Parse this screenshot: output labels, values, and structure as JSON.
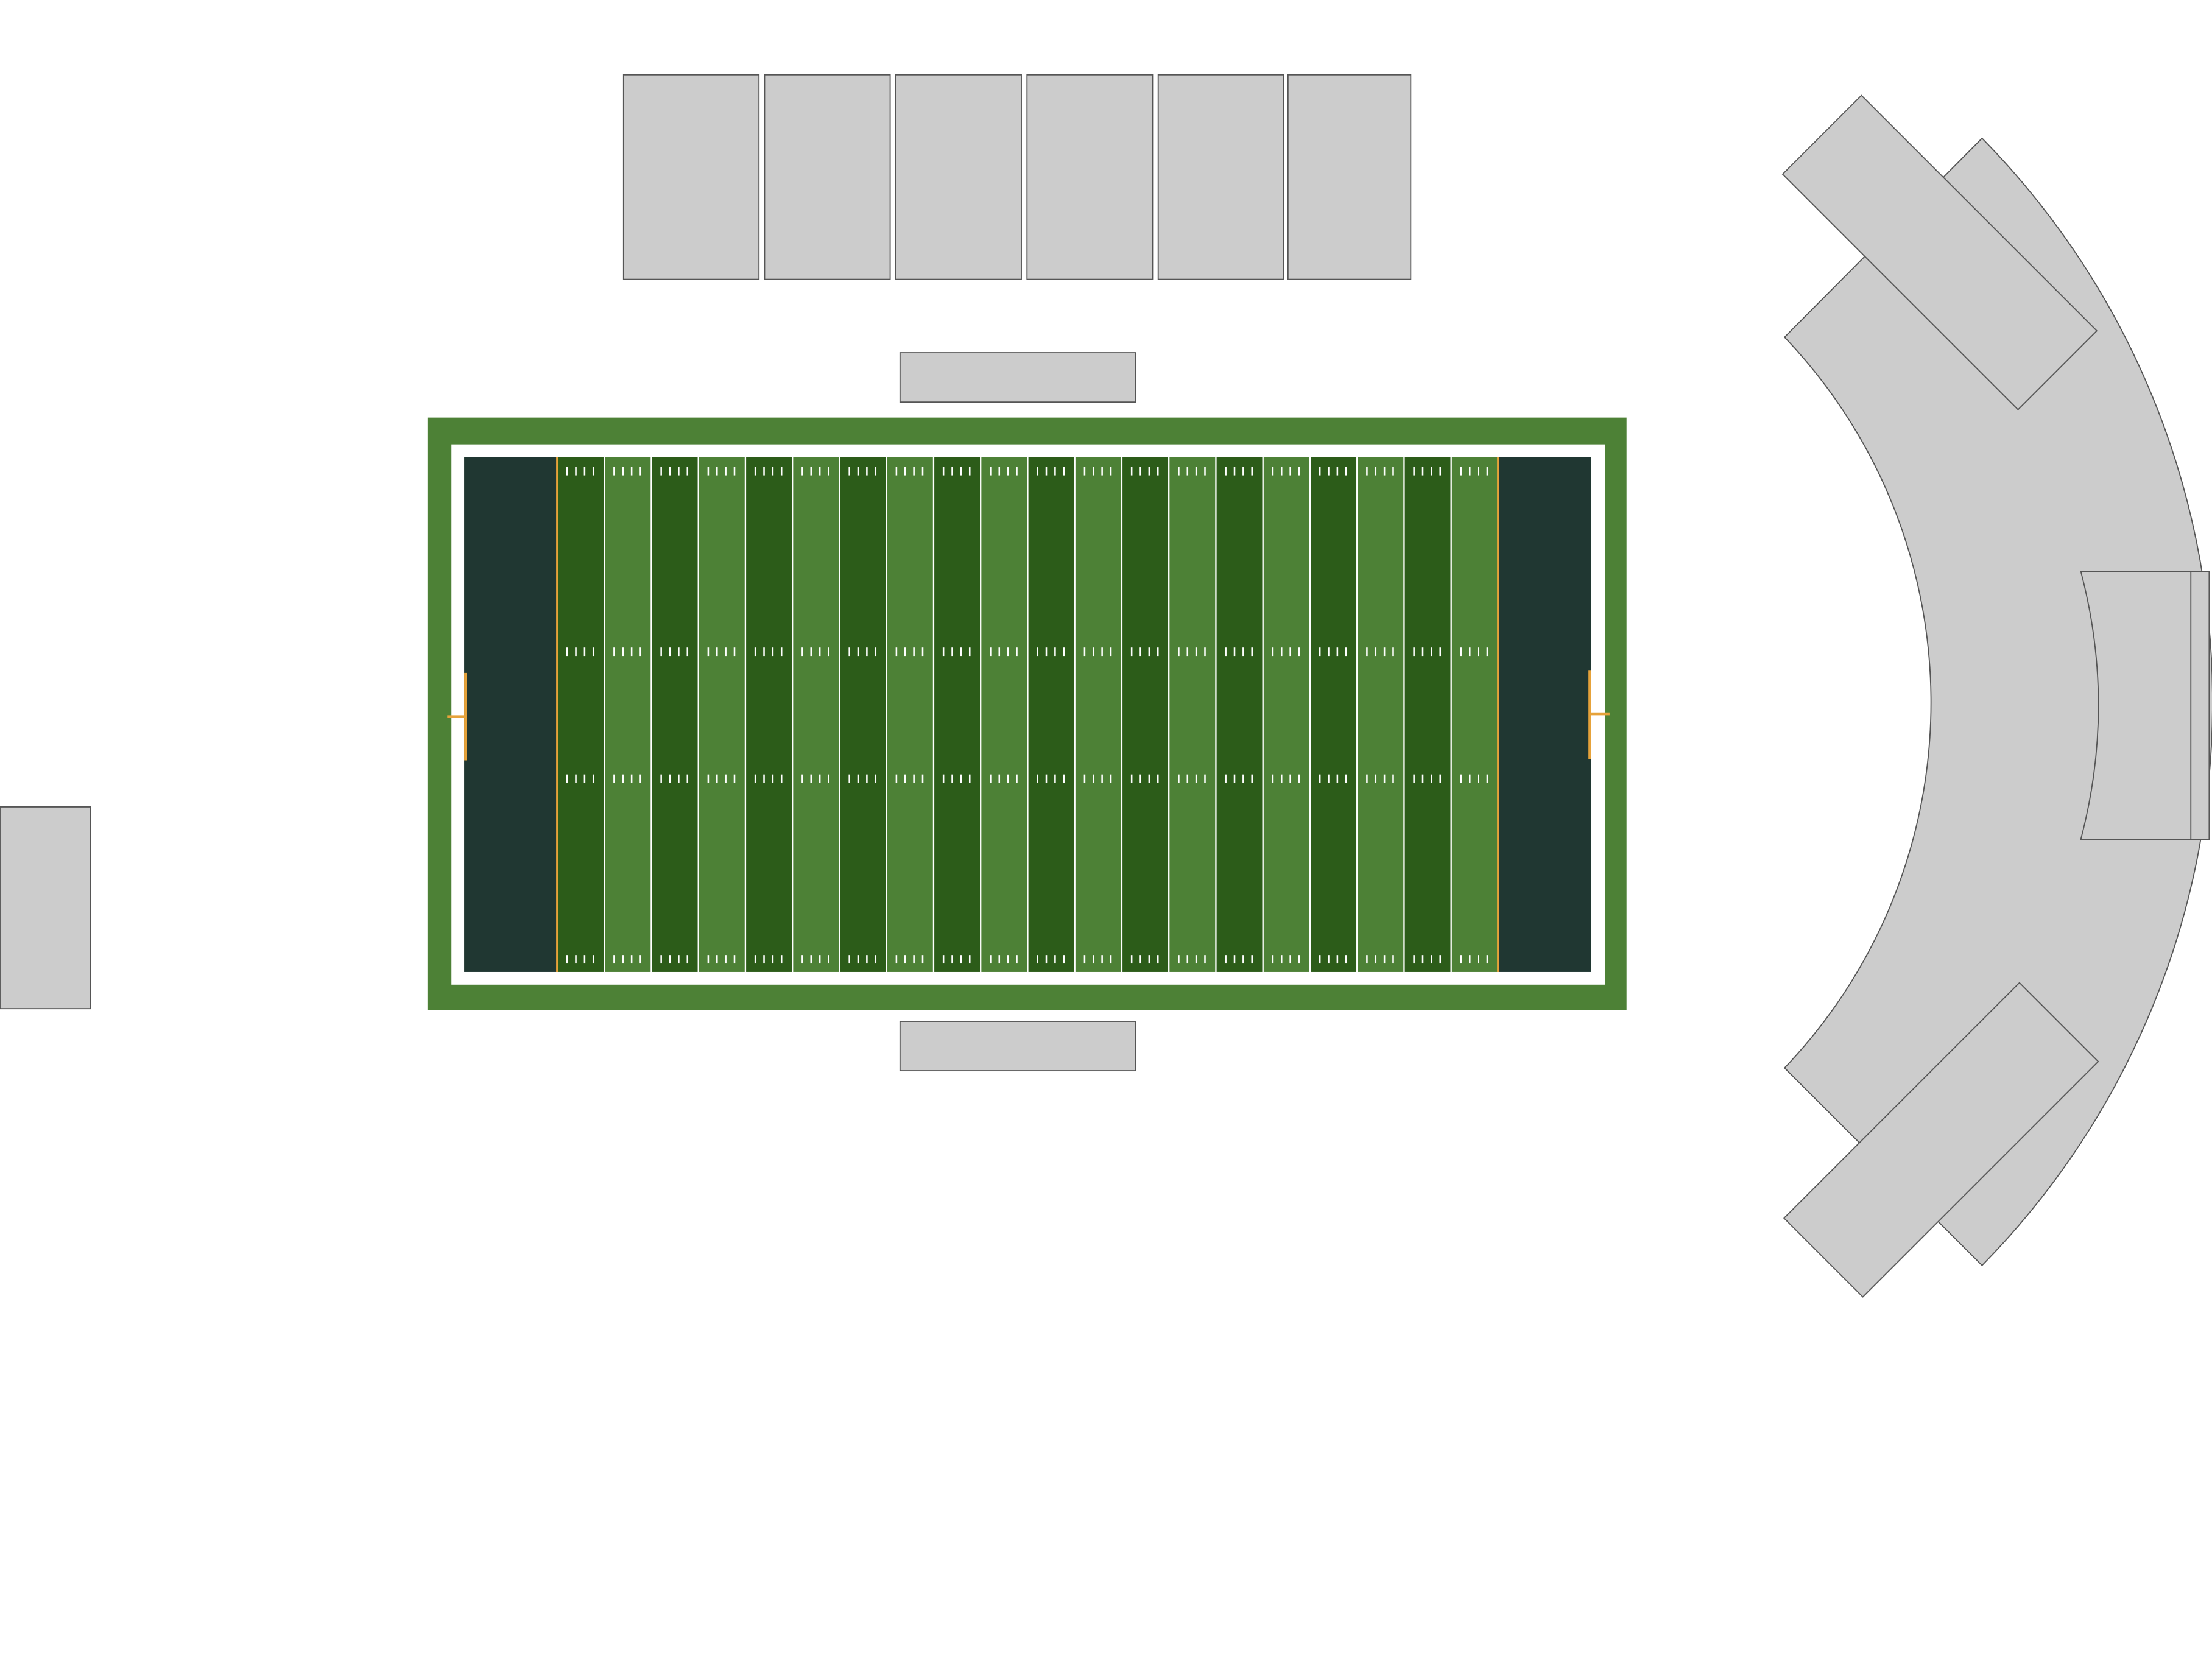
{
  "colors": {
    "background": "#ffffff",
    "seating_fill": "#cccccc",
    "seating_stroke": "#555555",
    "field_surround": "#4d8136",
    "boundary_line": "#ffffff",
    "endzone": "#203732",
    "stripe_dark": "#2c5c19",
    "stripe_light": "#4d8136",
    "goal_line": "#e6a23a",
    "goalpost": "#e6a23a",
    "hash_marks": "#ffffff"
  },
  "field": {
    "endzones": 2,
    "five_yard_stripes": 20,
    "hash_mark_rows": 4,
    "goalposts": 2
  },
  "seating": {
    "north_stand_sections": 6,
    "team_areas": 2,
    "west_stand_sections": 1,
    "east_stand_arc_sections": 1,
    "east_stand_boxes": 3
  }
}
